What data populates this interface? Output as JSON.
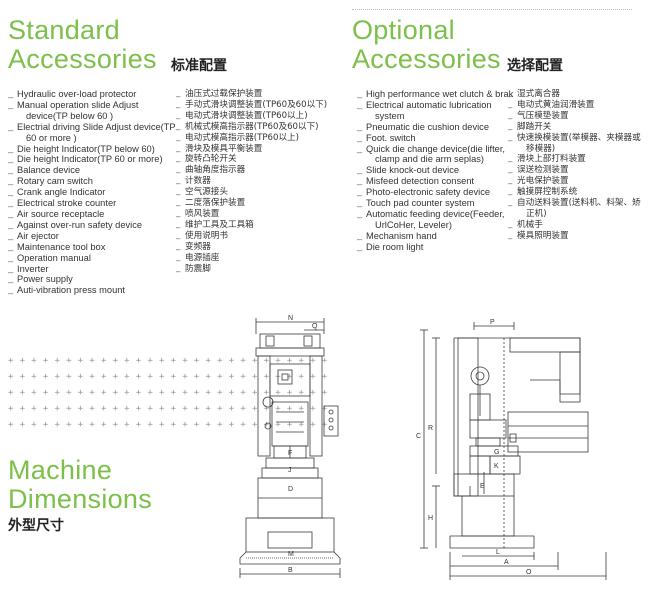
{
  "standard": {
    "title_line1": "Standard",
    "title_line2": "Accessories",
    "title_cn": "标准配置",
    "items_en": [
      "Hydraulic over-load protector",
      "Manual operation slide Adjust",
      "  device(TP below 60 )",
      "Electrial driving Slide Adjust device(TP",
      "  60 or more )",
      "Die height Indicator(TP below 60)",
      "Die height Indicator(TP 60 or more)",
      "Balance device",
      "Rotary cam switch",
      "Crank angle Indicator",
      "Electrical stroke counter",
      "Air source receptacle",
      "Against over-run safety device",
      "Air ejector",
      "Maintenance tool box",
      "Operation manual",
      "Inverter",
      "Power supply",
      "Auti-vibration press mount"
    ],
    "items_cn": [
      "油压式过载保护装置",
      "手动式滑块调整装置(TP60及60以下)",
      "电动式滑块调整装置(TP60以上)",
      "机械式模高指示器(TP60及60以下)",
      "电动式模高指示器(TP60以上)",
      "滑块及模具平衡装置",
      "旋转凸轮开关",
      "曲轴角度指示器",
      "计数器",
      "空气源接头",
      "二度落保护装置",
      "喷风装置",
      "维护工具及工具箱",
      "使用说明书",
      "变频器",
      "电源插座",
      "防震脚"
    ]
  },
  "optional": {
    "title_line1": "Optional",
    "title_line2": "Accessories",
    "title_cn": "选择配置",
    "items_en": [
      "High performance wet clutch & brak",
      "Electrical automatic lubrication",
      "  system",
      "Pneumatic die cushion device",
      "Foot. switch",
      "Quick die change device(die lifter,",
      "  clamp and die arm seplas)",
      "Slide knock-out device",
      "Misfeed detection consent",
      "Photo-electronic safety device",
      "Touch pad counter system",
      "Automatic feeding device(Feeder,",
      "  UrlCoHer, Leveler)",
      "Mechanism hand",
      "Die room light"
    ],
    "items_cn": [
      "湿式离合器",
      "电动式黄油润滑装置",
      "气压模垫装置",
      "脚踏开关",
      "快速换模装置(举模器、夹模器或",
      "  移模器)",
      "滑块上部打料装置",
      "误送检测装置",
      "光电保护装置",
      "触摸屏控制系统",
      "自动送料装置(送料机、料架、矫",
      "  正机)",
      "机械手",
      "模具照明装置"
    ]
  },
  "dimensions": {
    "title_line1": "Machine",
    "title_line2": "Dimensions",
    "title_cn": "外型尺寸",
    "front_labels": {
      "N": "N",
      "Q": "Q",
      "F": "F",
      "J": "J",
      "D": "D",
      "M": "M",
      "B": "B"
    },
    "side_labels": {
      "P": "P",
      "C": "C",
      "R": "R",
      "G": "G",
      "K": "K",
      "E": "E",
      "H": "H",
      "L": "L",
      "A": "A",
      "O": "O"
    }
  },
  "colors": {
    "accent": "#7cc04a",
    "line": "#3a3a3a",
    "dots": "#9a9a9a"
  }
}
